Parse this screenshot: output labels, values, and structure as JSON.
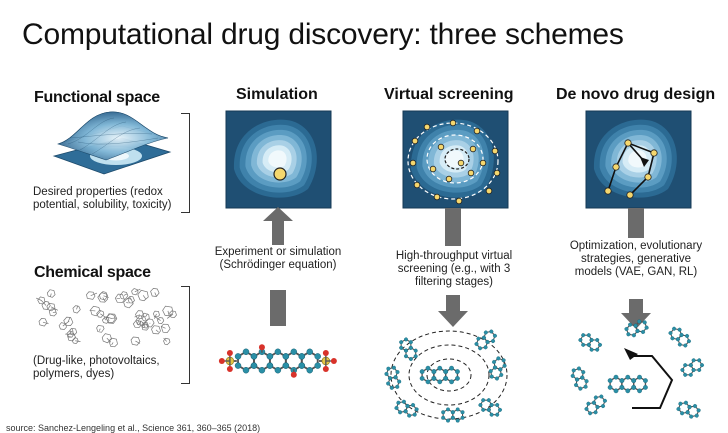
{
  "title": "Computational drug discovery: three schemes",
  "functional_space": {
    "label": "Functional space",
    "caption": "Desired properties (redox potential, solubility, toxicity)"
  },
  "chemical_space": {
    "label": "Chemical space",
    "caption": "(Drug-like, photovoltaics, polymers, dyes)"
  },
  "columns": [
    {
      "heading": "Simulation",
      "caption": "Experiment or simulation (Schrödinger equation)"
    },
    {
      "heading": "Virtual screening",
      "caption": "High-throughput virtual screening (e.g., with 3 filtering stages)"
    },
    {
      "heading": "De novo drug design",
      "caption": "Optimization, evolutionary strategies, generative models (VAE, GAN, RL)"
    }
  ],
  "source": "source: Sanchez-Lengeling et al., Science 361, 360–365 (2018)",
  "colors": {
    "contour_dark": "#1f4f73",
    "contour_light": "#d6ecf6",
    "point": "#f5d76e",
    "arrow": "#6b6b6b",
    "atom_carbon": "#2a8fa6",
    "atom_oxygen": "#d8322a",
    "atom_sulfur": "#e3c443"
  }
}
